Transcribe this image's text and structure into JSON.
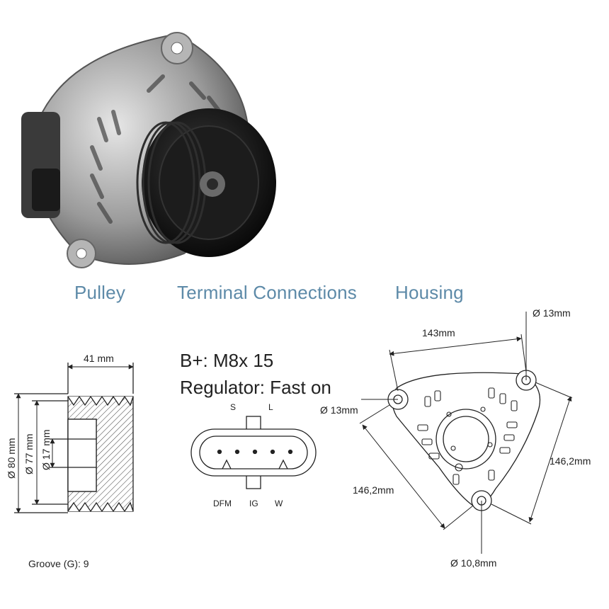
{
  "titles": {
    "pulley": "Pulley",
    "terminal": "Terminal Connections",
    "housing": "Housing"
  },
  "pulley": {
    "width": "41 mm",
    "d_outer": "Ø 80 mm",
    "d_mid": "Ø 77 mm",
    "d_bore": "Ø 17 mm",
    "groove": "Groove (G): 9"
  },
  "terminal": {
    "b_plus": "B+: M8x 15",
    "regulator": "Regulator: Fast on",
    "pin_s": "S",
    "pin_l": "L",
    "pin_dfm": "DFM",
    "pin_ig": "IG",
    "pin_w": "W"
  },
  "housing": {
    "hole_top_right": "Ø 13mm",
    "span_top": "143mm",
    "hole_left": "Ø 13mm",
    "span_right": "146,2mm",
    "span_left": "146,2mm",
    "hole_bottom": "Ø 10,8mm"
  },
  "colors": {
    "title_blue": "#5d8aa8",
    "line": "#222222"
  }
}
